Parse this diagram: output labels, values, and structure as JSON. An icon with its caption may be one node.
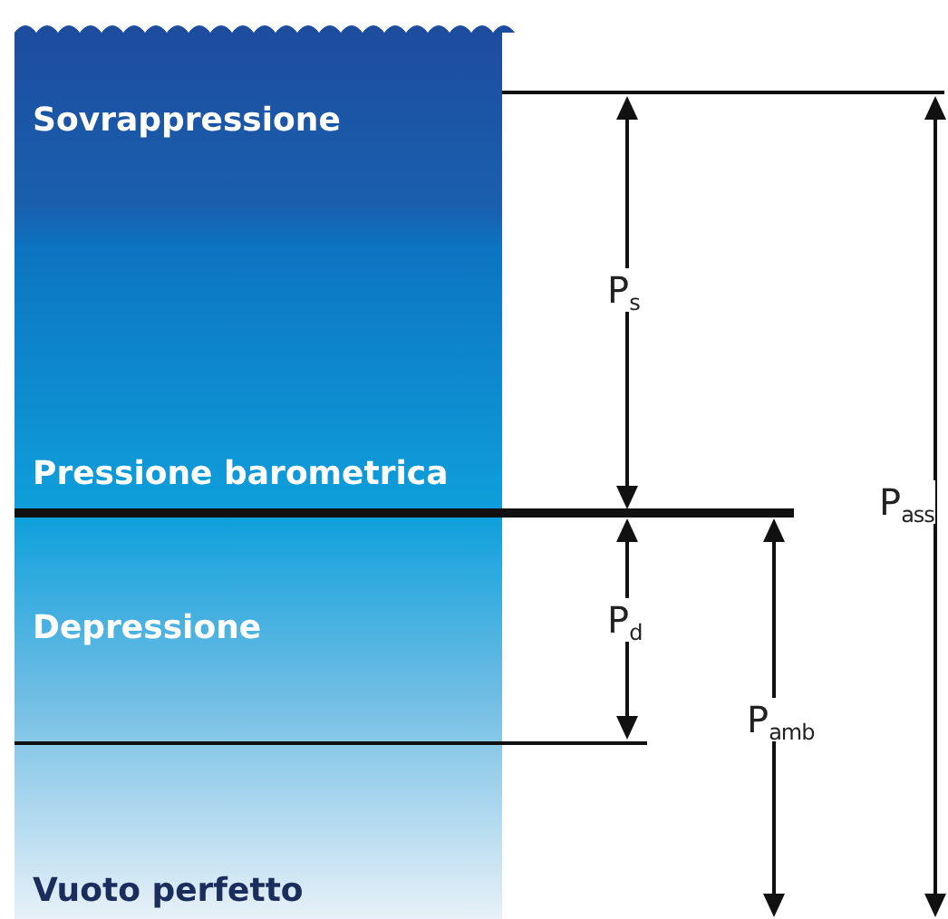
{
  "diagram": {
    "labels": [
      "Sovrappressione",
      "Pressione barometrica",
      "Depressione",
      "Vuoto perfetto",
      "P$_{s}$",
      "P$_{d}$",
      "P$_{amb}$",
      "P$_{ass}$"
    ]
  }
}
